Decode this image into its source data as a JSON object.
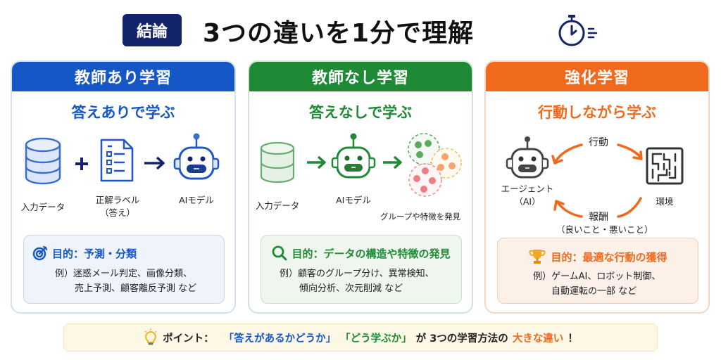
{
  "header": {
    "badge": "結論",
    "title": "3つの違いを1分で理解",
    "icon": "stopwatch-icon"
  },
  "colors": {
    "navy": "#13236b",
    "supervised": "#1657c7",
    "unsupervised": "#1e8a35",
    "reinforcement": "#ef6a1c",
    "point_bg": "#fdf7e6"
  },
  "cards": [
    {
      "title": "教師あり学習",
      "subtitle": "答えありで学ぶ",
      "diagram": {
        "items": [
          {
            "icon": "database-icon",
            "label": "入力データ"
          },
          {
            "icon": "plus-icon",
            "label": ""
          },
          {
            "icon": "document-list-icon",
            "label": "正解ラベル",
            "label2": "（答え）"
          },
          {
            "icon": "arrow-right-icon",
            "label": ""
          },
          {
            "icon": "robot-icon",
            "label": "AIモデル"
          }
        ]
      },
      "purpose": {
        "icon": "target-icon",
        "title": "目的：予測・分類",
        "examples": [
          "例）迷惑メール判定、画像分類、",
          "売上予測、顧客離反予測 など"
        ]
      }
    },
    {
      "title": "教師なし学習",
      "subtitle": "答えなしで学ぶ",
      "diagram": {
        "items": [
          {
            "icon": "database-icon",
            "label": "入力データ"
          },
          {
            "icon": "arrow-right-icon",
            "label": ""
          },
          {
            "icon": "robot-icon",
            "label": "AIモデル"
          },
          {
            "icon": "arrow-right-icon",
            "label": ""
          },
          {
            "icon": "clusters-icon",
            "label": "グループや特徴を発見"
          }
        ]
      },
      "purpose": {
        "icon": "search-icon",
        "title": "目的：データの構造や特徴の発見",
        "examples": [
          "例）顧客のグループ分け、異常検知、",
          "傾向分析、次元削減 など"
        ]
      }
    },
    {
      "title": "強化学習",
      "subtitle": "行動しながら学ぶ",
      "diagram": {
        "agent_label": "エージェント",
        "agent_label2": "（AI）",
        "env_label": "環境",
        "action_label": "行動",
        "reward_label": "報酬",
        "reward_sub": "（良いこと・悪いこと）"
      },
      "purpose": {
        "icon": "trophy-icon",
        "title": "目的：最適な行動の獲得",
        "examples": [
          "例）ゲームAI、ロボット制御、",
          "自動運転の一部 など"
        ]
      }
    }
  ],
  "point": {
    "icon": "lightbulb-icon",
    "label": "ポイント：",
    "q1": "「答えがあるかどうか」",
    "q2": "「どう学ぶか」",
    "mid": "が 3つの学習方法の",
    "emph": "大きな違い",
    "end": "！"
  }
}
